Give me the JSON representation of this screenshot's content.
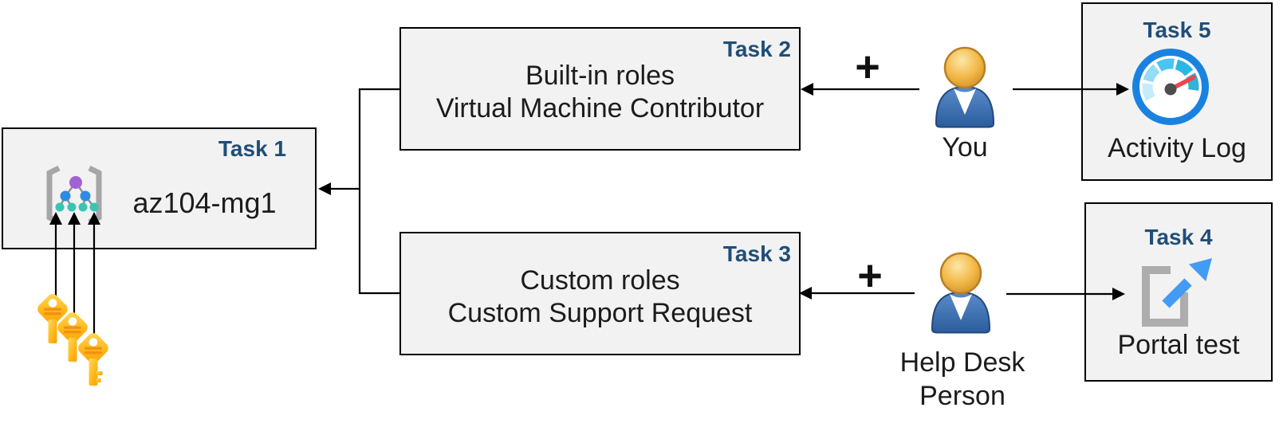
{
  "colors": {
    "task_label": "#1F4E79",
    "box_fill": "#F2F2F2",
    "box_border": "#000000",
    "text": "#1C1C1C",
    "key_gold": "#FFB515",
    "gauge_ring": "#1982E0",
    "needle_red": "#EF4550",
    "portal_arrow": "#429BF4",
    "person_body_blue": "#3565A8",
    "person_head_gold": "#EFAF3E"
  },
  "boxes": {
    "task1": {
      "tag": "Task 1",
      "title": "az104-mg1",
      "icon": "management-group-icon"
    },
    "task2": {
      "tag": "Task 2",
      "line1": "Built-in roles",
      "line2": "Virtual Machine Contributor"
    },
    "task3": {
      "tag": "Task 3",
      "line1": "Custom roles",
      "line2": "Custom Support Request"
    },
    "task4": {
      "tag": "Task 4",
      "title": "Portal test",
      "icon": "external-link-icon"
    },
    "task5": {
      "tag": "Task 5",
      "title": "Activity Log",
      "icon": "gauge-icon"
    }
  },
  "actors": {
    "you": {
      "label": "You",
      "icon": "person-icon"
    },
    "helpdesk": {
      "line1": "Help Desk",
      "line2": "Person",
      "icon": "person-icon"
    }
  },
  "operators": {
    "plus_top": "+",
    "plus_bottom": "+"
  },
  "decorations": {
    "keys": "three-keys-icon"
  },
  "relationships": [
    "Task 2 and Task 3 connect via bracket arrow into Task 1 (az104-mg1)",
    "You + assigned to Built-in roles (Task 2)",
    "You points to Activity Log (Task 5)",
    "Help Desk Person + assigned to Custom roles (Task 3)",
    "Help Desk Person points to Portal test (Task 4)",
    "Three keys point up into management group icon (Task 1)"
  ]
}
